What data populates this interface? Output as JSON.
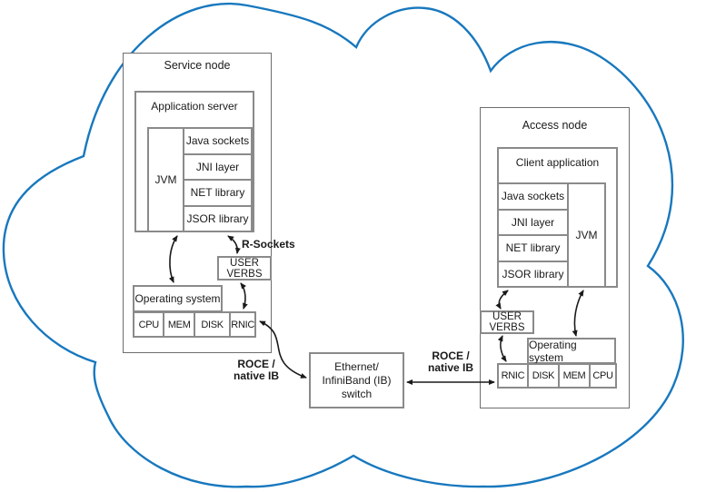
{
  "colors": {
    "cloud_stroke": "#1878be",
    "box_border": "#8a8a8a",
    "node_border": "#6e6e6e",
    "arrow": "#1a1a1a",
    "text": "#1a1a1a"
  },
  "service_node": {
    "title": "Service node",
    "app_server_title": "Application server",
    "jvm_label": "JVM",
    "stack": [
      "Java sockets",
      "JNI layer",
      "NET library",
      "JSOR library"
    ],
    "user_verbs_lines": [
      "USER",
      "VERBS"
    ],
    "os_label": "Operating system",
    "hw_cells": [
      "CPU",
      "MEM",
      "DISK",
      "RNIC"
    ]
  },
  "access_node": {
    "title": "Access node",
    "client_app_title": "Client application",
    "jvm_label": "JVM",
    "stack": [
      "Java sockets",
      "JNI layer",
      "NET library",
      "JSOR library"
    ],
    "user_verbs_lines": [
      "USER",
      "VERBS"
    ],
    "os_label": "Operating system",
    "hw_cells": [
      "RNIC",
      "DISK",
      "MEM",
      "CPU"
    ]
  },
  "switch_box": {
    "lines": [
      "Ethernet/",
      "InfiniBand (IB)",
      "switch"
    ]
  },
  "edge_labels": {
    "r_sockets": "R-Sockets",
    "roce_left_lines": [
      "ROCE /",
      "native IB"
    ],
    "roce_right_lines": [
      "ROCE /",
      "native IB"
    ]
  }
}
